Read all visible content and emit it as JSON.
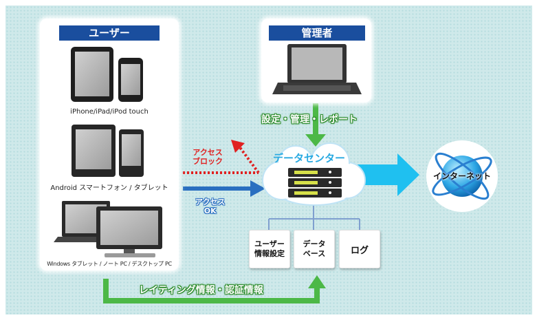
{
  "users_panel": {
    "title": "ユーザー",
    "devices": [
      {
        "caption": "iPhone/iPad/iPod touch"
      },
      {
        "caption": "Android スマートフォン / タブレット"
      },
      {
        "caption": "Windows タブレット / ノート PC / デスクトップ PC"
      }
    ]
  },
  "admin_panel": {
    "title": "管理者"
  },
  "labels": {
    "settings": "設定・管理・レポート",
    "datacenter": "データセンター",
    "internet": "インターネット",
    "access_block_line1": "アクセス",
    "access_block_line2": "ブロック",
    "access_ok_line1": "アクセス",
    "access_ok_line2": "OK",
    "rating": "レイティング情報・認証情報"
  },
  "db_boxes": [
    {
      "line1": "ユーザー",
      "line2": "情報設定"
    },
    {
      "line1": "データ",
      "line2": "ベース"
    },
    {
      "line1": "ログ",
      "line2": ""
    }
  ],
  "colors": {
    "header_blue": "#1a4e9e",
    "green": "#4cb847",
    "red": "#e02020",
    "blue_arrow": "#2a6fc0",
    "cyan_arrow": "#1fc0f0",
    "datacenter_text": "#27a9e1"
  }
}
